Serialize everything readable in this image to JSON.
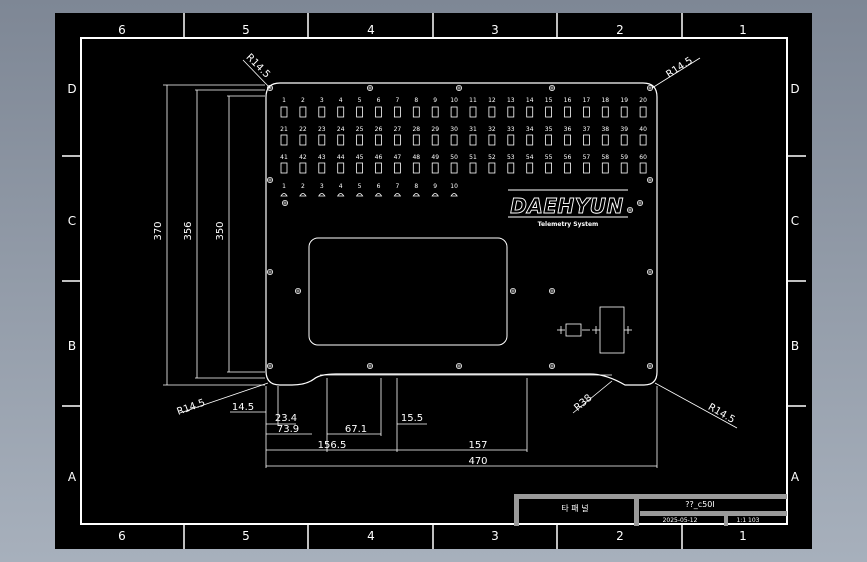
{
  "border": {
    "columns": [
      "6",
      "5",
      "4",
      "3",
      "2",
      "1"
    ],
    "rows": [
      "D",
      "C",
      "B",
      "A"
    ]
  },
  "dimensions": {
    "radius_top_left": "R14.5",
    "radius_top_right": "R14.5",
    "radius_bottom_left": "R14.5",
    "radius_bottom_right": "R14.5",
    "radius_notch": "R38",
    "h370": "370",
    "h356": "356",
    "h350": "350",
    "d14_5": "14.5",
    "d23_4": "23.4",
    "d73_9": "73.9",
    "d67_1": "67.1",
    "d15_5": "15.5",
    "d156_5": "156.5",
    "d157": "157",
    "d470": "470"
  },
  "panel": {
    "row1": [
      "1",
      "2",
      "3",
      "4",
      "5",
      "6",
      "7",
      "8",
      "9",
      "10",
      "11",
      "12",
      "13",
      "14",
      "15",
      "16",
      "17",
      "18",
      "19",
      "20"
    ],
    "row2": [
      "21",
      "22",
      "23",
      "24",
      "25",
      "26",
      "27",
      "28",
      "29",
      "30",
      "31",
      "32",
      "33",
      "34",
      "35",
      "36",
      "37",
      "38",
      "39",
      "40"
    ],
    "row3": [
      "41",
      "42",
      "43",
      "44",
      "45",
      "46",
      "47",
      "48",
      "49",
      "50",
      "51",
      "52",
      "53",
      "54",
      "55",
      "56",
      "57",
      "58",
      "59",
      "60"
    ],
    "row4": [
      "1",
      "2",
      "3",
      "4",
      "5",
      "6",
      "7",
      "8",
      "9",
      "10"
    ],
    "logo": "DAEHYUN",
    "logo_sub": "Telemetry System"
  },
  "title_block": {
    "name": "타 패 널",
    "code": "??_c50I",
    "date": "2025-05-12",
    "scale": "1:1 103"
  },
  "colors": {
    "background": "#000000",
    "line": "#ffffff",
    "title_frame": "#9a9a9a"
  }
}
